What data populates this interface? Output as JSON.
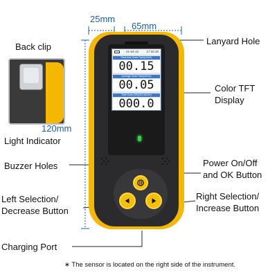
{
  "dimensions": {
    "width": "25mm",
    "length": "65mm",
    "height": "120mm"
  },
  "labels": {
    "back_clip": "Back clip",
    "lanyard_hole": "Lanyard Hole",
    "color_tft_1": "Color TFT",
    "color_tft_2": "Display",
    "light_indicator": "Light Indicator",
    "buzzer_holes": "Buzzer Holes",
    "power_1": "Power On/Off",
    "power_2": "and OK Button",
    "left_1": "Left Selection/",
    "left_2": "Decrease Button",
    "right_1": "Right Selection/",
    "right_2": "Increase Button",
    "charging_port": "Charging Port"
  },
  "screen": {
    "date": "21-04-13",
    "time": "17:32:28",
    "realtime_label": "Real-time Dose Rate(uSv/h)",
    "realtime_value": "00.15",
    "average_label": "Average Dose Rate(uSv/h)",
    "average_value": "00.05",
    "total_label": "Total Dose:000(001.54uSv)",
    "total_value": "000.0"
  },
  "footnote": "∗ The sensor is located on the right side of the instrument.",
  "colors": {
    "device_yellow": "#f5b700",
    "device_black": "#2b2b2d",
    "dimension_blue": "#1a5cb5",
    "led_green": "#2fd53c"
  }
}
